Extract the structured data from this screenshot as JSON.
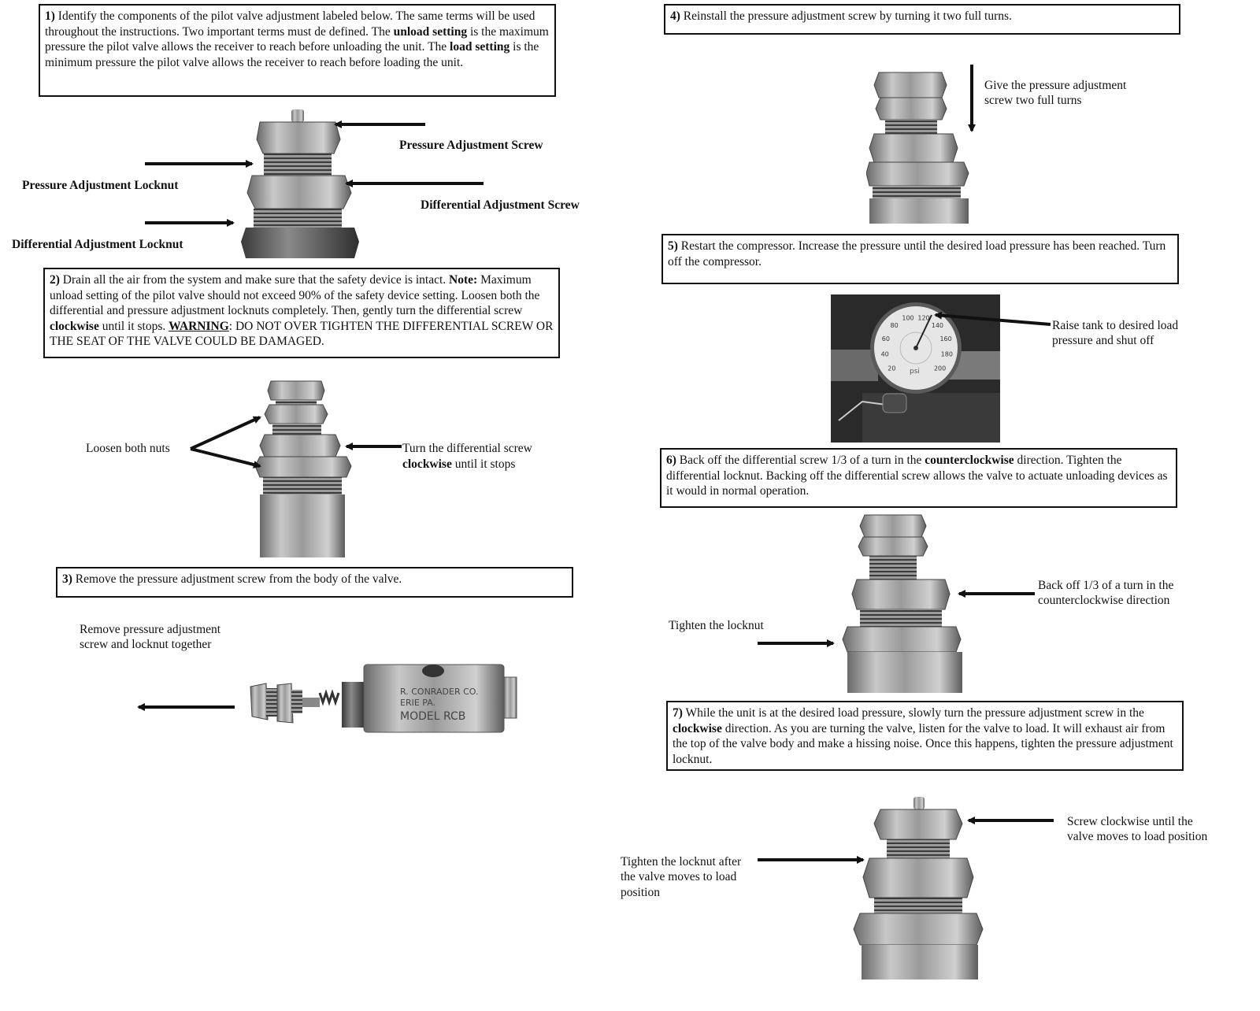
{
  "step1": {
    "num": "1)",
    "t1": "Identify the components of the pilot valve adjustment labeled below.  The same terms will be used throughout the instructions.  Two important terms must de defined.  The ",
    "b1": "unload setting",
    "t2": " is the maximum pressure the pilot valve allows the receiver to reach before unloading the unit.  The ",
    "b2": "load setting",
    "t3": " is the minimum pressure the pilot valve allows the receiver to reach before loading the unit.",
    "labels": {
      "pressure_screw": "Pressure Adjustment Screw",
      "pressure_locknut": "Pressure Adjustment Locknut",
      "differential_screw": "Differential Adjustment Screw",
      "differential_locknut": "Differential Adjustment Locknut"
    }
  },
  "step2": {
    "num": "2)",
    "t1": "Drain all the air from the system and make sure that the safety device is intact.  ",
    "b1": "Note:",
    "t2": " Maximum unload setting of the pilot valve should not exceed 90% of the safety device setting.  Loosen both the differential and pressure adjustment locknuts completely.  Then, gently turn the differential screw ",
    "b2": "clockwise",
    "t3": " until it stops.  ",
    "warn": "WARNING",
    "t4": ":  DO NOT OVER TIGHTEN THE DIFFERENTIAL SCREW OR THE SEAT OF THE VALVE COULD BE DAMAGED.",
    "labels": {
      "loosen": "Loosen both nuts",
      "turn1": "Turn the differential screw",
      "turn_bold": "clockwise",
      "turn2": " until it stops"
    }
  },
  "step3": {
    "num": "3)",
    "text": "Remove the pressure adjustment screw from the body of the valve.",
    "label1": "Remove pressure adjustment",
    "label2": "screw and locknut together",
    "stamp1": "R. CONRADER CO.",
    "stamp2": "ERIE PA.",
    "stamp3": "MODEL RCB"
  },
  "step4": {
    "num": "4)",
    "text": "Reinstall the pressure adjustment screw by turning it two full turns.",
    "label1": "Give the pressure adjustment",
    "label2": "screw two full turns"
  },
  "step5": {
    "num": "5)",
    "text": "Restart the compressor.  Increase the pressure until the desired load pressure has been reached.  Turn off the compressor.",
    "label1": "Raise tank to desired load",
    "label2": "pressure and shut off",
    "gauge_unit": "psi",
    "gauge_ticks": [
      "20",
      "40",
      "60",
      "80",
      "100",
      "120",
      "140",
      "160",
      "180",
      "200"
    ]
  },
  "step6": {
    "num": "6)",
    "t1": "Back off the differential screw 1/3 of a turn in the ",
    "b1": "counterclockwise",
    "t2": " direction.  Tighten the differential locknut.  Backing off the differential screw allows the valve to actuate unloading devices as it would in normal operation.",
    "label_back1": "Back off 1/3 of a turn in the",
    "label_back2": "counterclockwise direction",
    "label_tighten": "Tighten the locknut"
  },
  "step7": {
    "num": "7)",
    "t1": "While the unit is at the desired load pressure, slowly turn the pressure adjustment screw in the ",
    "b1": "clockwise",
    "t2": " direction.  As you are turning the valve, listen for the valve to load.  It will exhaust air from the top of the valve body and make a hissing noise.  Once this happens, tighten the pressure adjustment locknut.",
    "label_screw1": "Screw clockwise until the",
    "label_screw2": "valve moves to load position",
    "label_tight1": "Tighten the locknut after",
    "label_tight2": "the valve moves to load",
    "label_tight3": "position"
  }
}
